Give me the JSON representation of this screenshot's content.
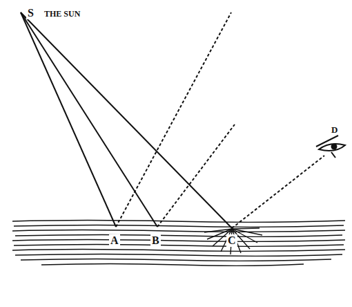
{
  "diagram": {
    "labels": [
      "S",
      "THE SUN",
      "A",
      "B",
      "C",
      "D"
    ]
  }
}
